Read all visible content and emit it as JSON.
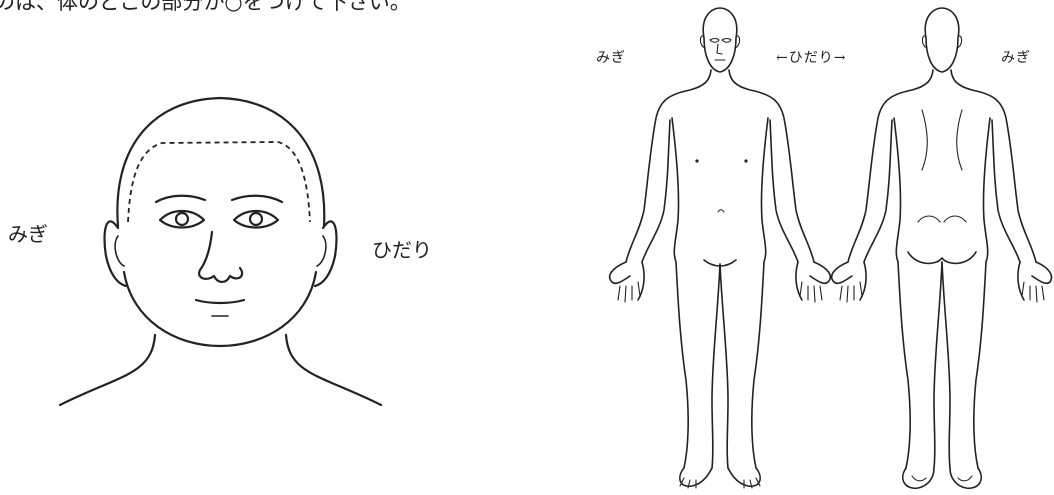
{
  "instruction": "のは、体のどこの部分か○をつけて下さい。",
  "face_diagram": {
    "label_right_side": "みぎ",
    "label_left_side": "ひだり"
  },
  "body_diagram": {
    "label_front_right": "みぎ",
    "label_center": "←ひだり→",
    "label_back_right": "みぎ"
  }
}
